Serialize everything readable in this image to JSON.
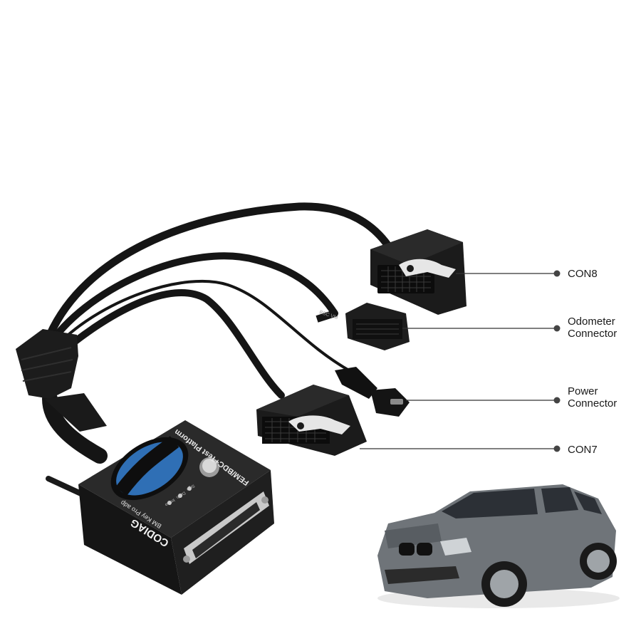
{
  "colors": {
    "background": "#ffffff",
    "cable": "#151515",
    "connector": "#1b1b1b",
    "connector_latch": "#e6e6e6",
    "box_body": "#2a2a2a",
    "logo_blue": "#2f6fb5",
    "db25_metal": "#c9c9c9",
    "car_body": "#6f7479",
    "callout_line": "#333333"
  },
  "callouts": [
    {
      "id": "con8",
      "lines": [
        "CON8"
      ]
    },
    {
      "id": "odometer",
      "lines": [
        "Odometer",
        "Connector"
      ]
    },
    {
      "id": "power",
      "lines": [
        "Power",
        "Connector"
      ]
    },
    {
      "id": "con7",
      "lines": [
        "CON7"
      ]
    }
  ],
  "device": {
    "brand": "CODIAG",
    "product_text": "BM Key Pro adp",
    "platform_label": "FEM/BDC+Test Platform",
    "led_labels": [
      "Sign",
      "Dash",
      "Immo"
    ]
  },
  "cable_print": "BSC VM",
  "icons": [
    "callout-dot-icon",
    "db25-port-icon",
    "power-button-icon",
    "bmw-kidney-grille-icon"
  ]
}
